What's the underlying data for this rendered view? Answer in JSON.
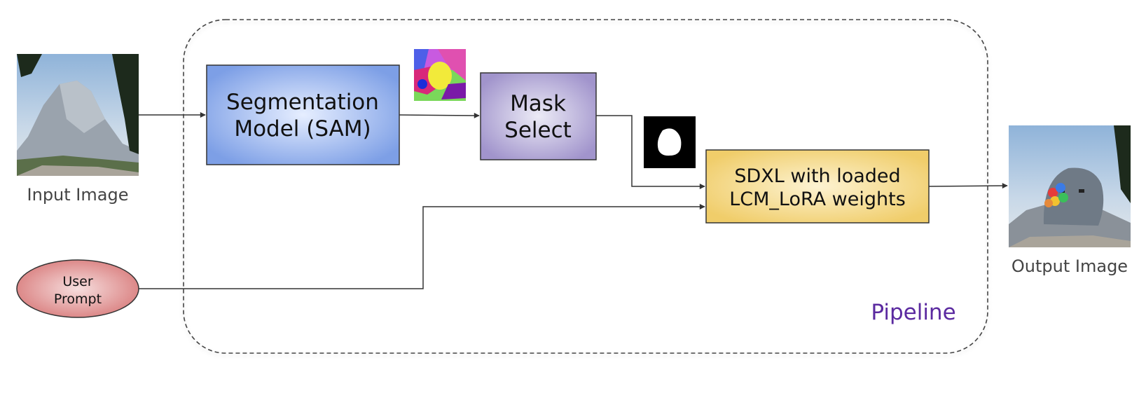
{
  "pipeline": {
    "label": "Pipeline"
  },
  "nodes": {
    "input_image": {
      "caption": "Input Image"
    },
    "user_prompt": {
      "line1": "User",
      "line2": "Prompt"
    },
    "segmentation": {
      "line1": "Segmentation",
      "line2": "Model (SAM)"
    },
    "mask_select": {
      "line1": "Mask",
      "line2": "Select"
    },
    "sdxl": {
      "line1": "SDXL with loaded",
      "line2": "LCM_LoRA weights"
    },
    "output_image": {
      "caption": "Output Image"
    }
  },
  "colors": {
    "segmentation_fill": "#7d9fe6",
    "mask_select_fill": "#a194cc",
    "sdxl_fill": "#f0cd6a",
    "prompt_fill": "#d77777",
    "pipeline_label": "#5b2aa0",
    "edge": "#333333"
  },
  "icons": {
    "input_image": "mountain-photo-icon",
    "segmentation_map": "segmentation-map-icon",
    "mask_preview": "binary-mask-icon",
    "output_image": "generated-photo-icon"
  }
}
